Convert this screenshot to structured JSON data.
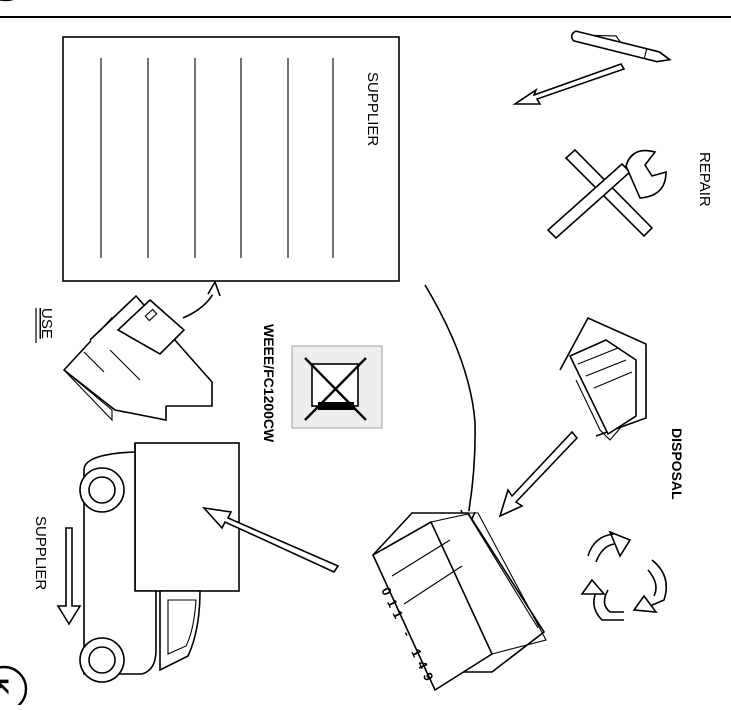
{
  "labels": {
    "supplier_top": "SUPPLIER",
    "supplier_bottom": "SUPPLIER",
    "repair": "REPAIR",
    "use": "USE",
    "disposal": "DISPOSAL",
    "weee_code": "WEEE/FC1200CW",
    "serial": "011 - 149",
    "logo_letter": "K"
  },
  "icons": [
    "pen-icon",
    "wrench-icon",
    "screwdriver-icon",
    "filing-cabinet-icon",
    "batteries-icon",
    "crossed-bin-icon",
    "truck-icon",
    "battery-box-icon",
    "recycle-icon"
  ]
}
